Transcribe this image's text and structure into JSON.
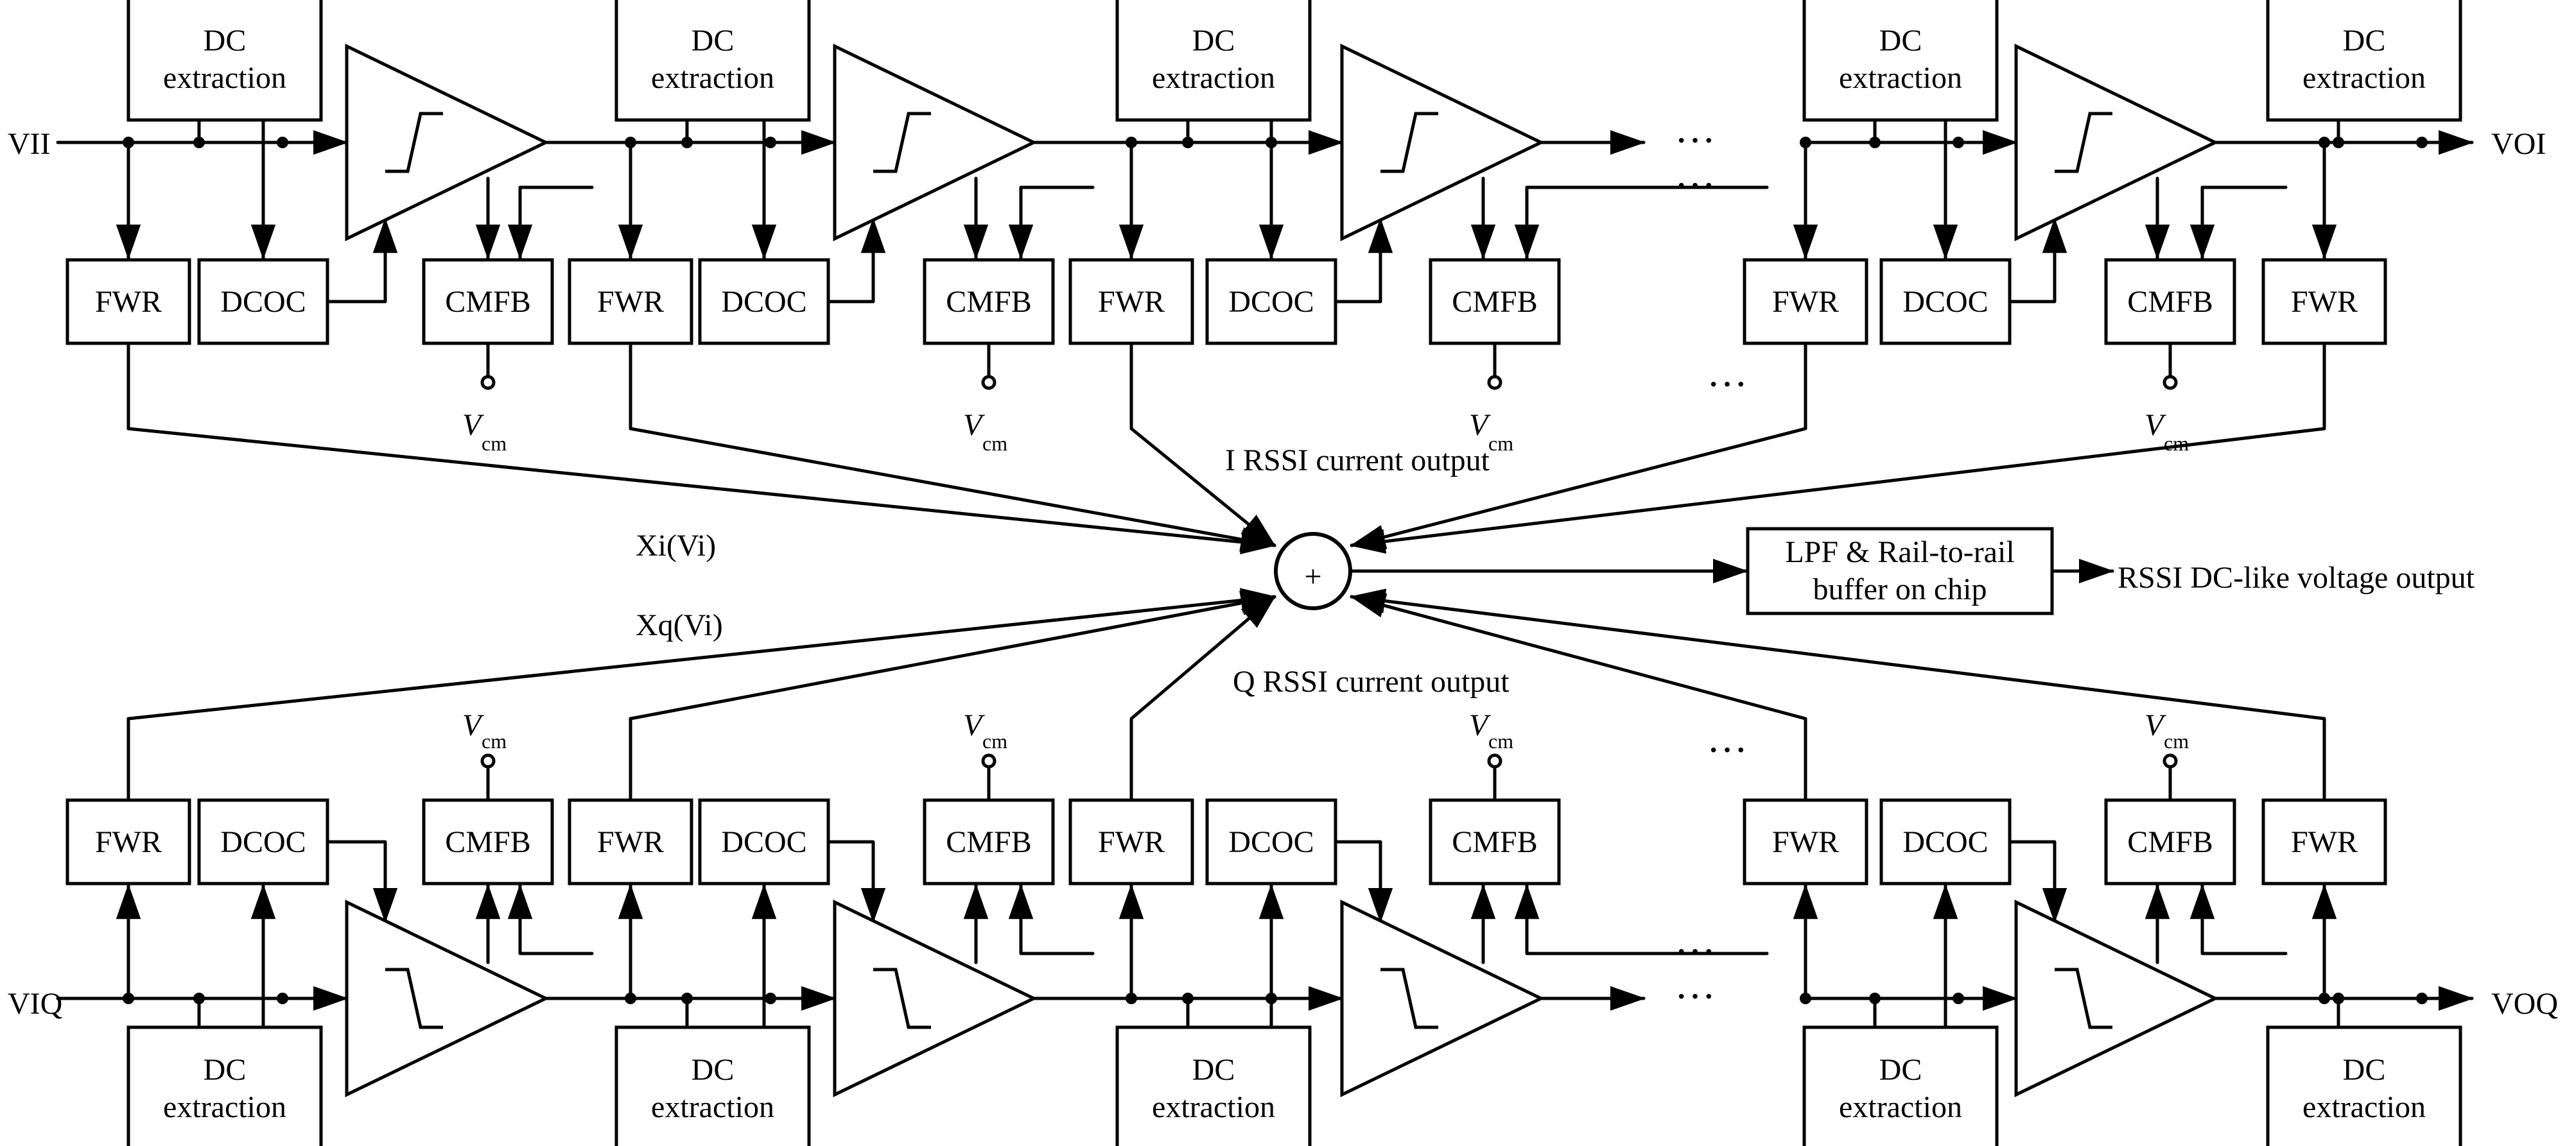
{
  "labels": {
    "dc_extraction": [
      "DC",
      "extraction"
    ],
    "fwr": "FWR",
    "dcoc": "DCOC",
    "cmfb": "CMFB",
    "vcm_main": "V",
    "vcm_sub": "cm",
    "ellipsis": "···",
    "sum_symbol": "+"
  },
  "ports": {
    "in_i": "VII",
    "out_i": "VOI",
    "in_q": "VIQ",
    "out_q": "VOQ"
  },
  "summing": {
    "i_label": "I RSSI current output",
    "q_label": "Q RSSI current output",
    "xi_label": "Xi(Vi)",
    "xq_label": "Xq(Vi)"
  },
  "output_stage": {
    "block_lines": [
      "LPF & Rail-to-rail",
      "buffer on chip"
    ],
    "output_label": "RSSI DC-like voltage output"
  }
}
